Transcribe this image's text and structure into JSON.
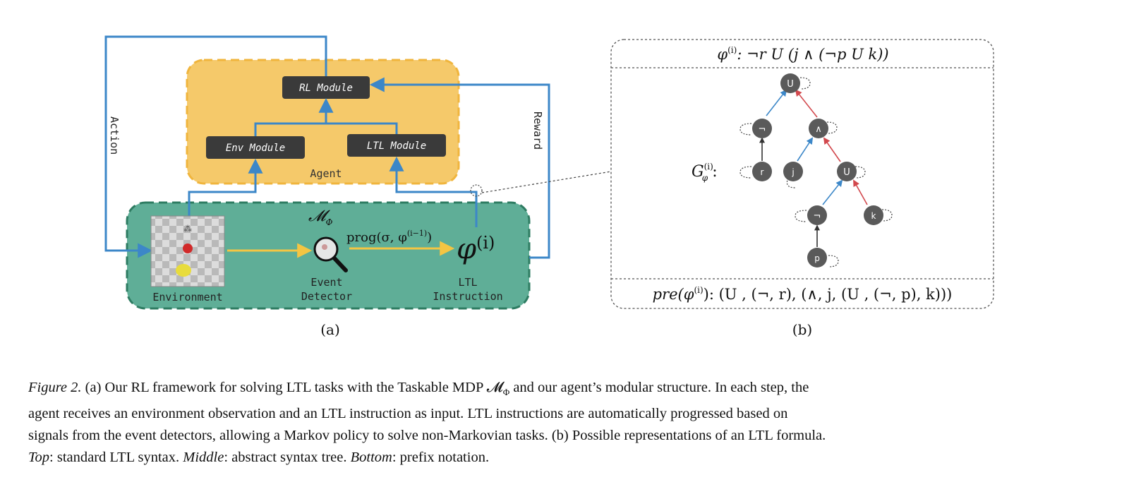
{
  "panel_a": {
    "modules": {
      "rl": "RL Module",
      "env": "Env Module",
      "ltl": "LTL Module"
    },
    "agent_label": "Agent",
    "mdp_label": "𝓜",
    "mdp_sub": "Φ",
    "action_label": "Action",
    "reward_label": "Reward",
    "environment_label": "Environment",
    "event_label_1": "Event",
    "event_label_2": "Detector",
    "ltl_label_1": "LTL",
    "ltl_label_2": "Instruction",
    "prog_text": "prog(σ, φ",
    "prog_sup": "(i−1)",
    "prog_close": ")",
    "phi_text": "φ",
    "phi_sup": "(i)",
    "sublabel": "(a)"
  },
  "panel_b": {
    "top_phi": "φ",
    "top_sup": "(i)",
    "top_formula": ":  ¬r U (j ∧ (¬p U k))",
    "graph_G": "G",
    "graph_sub": "φ",
    "graph_sup": "(i)",
    "graph_colon": ":",
    "nodes": {
      "root": "U",
      "not_r": "¬",
      "and": "∧",
      "r": "r",
      "j": "j",
      "until2": "U",
      "not_p": "¬",
      "k": "k",
      "p": "p"
    },
    "bottom_pre": "pre",
    "bottom_arg": "(φ",
    "bottom_sup": "(i)",
    "bottom_rest": "): (U , (¬, r), (∧, j, (U , (¬, p), k)))",
    "sublabel": "(b)"
  },
  "caption": {
    "fig_label": "Figure 2.",
    "line1": " (a) Our RL framework for solving LTL tasks with the Taskable MDP 𝓜",
    "line1_sub": "Φ",
    "line1_end": " and our agent’s modular structure. In each step, the",
    "line2": "agent receives an environment observation and an LTL instruction as input.  LTL instructions are automatically progressed based on",
    "line3": "signals from the event detectors, allowing a Markov policy to solve non-Markovian tasks. (b) Possible representations of an LTL formula.",
    "top_label": "Top",
    "top_text": ": standard LTL syntax. ",
    "middle_label": "Middle",
    "middle_text": ": abstract syntax tree. ",
    "bottom_label": "Bottom",
    "bottom_text": ": prefix notation."
  },
  "colors": {
    "agent_fill": "#f5c96a",
    "agent_border": "#f0b53d",
    "mdp_fill": "#5fae97",
    "mdp_border": "#2e7c62",
    "module_fill": "#3a3a3a",
    "blue_arrow": "#3c87c8",
    "yellow_arrow": "#f4c543",
    "red_edge": "#d2484d",
    "node_fill": "#5a5a5a"
  }
}
